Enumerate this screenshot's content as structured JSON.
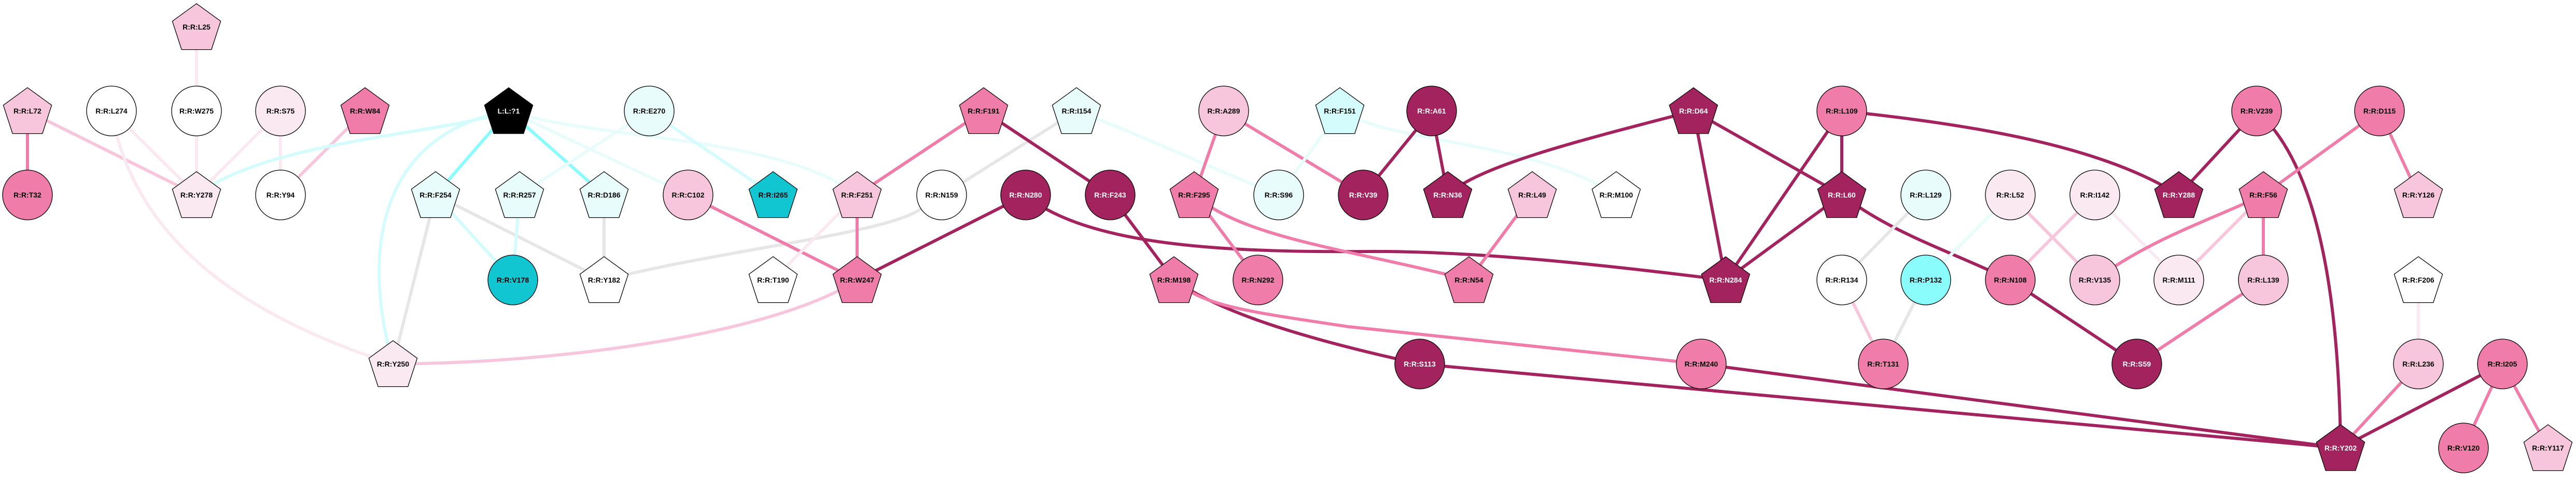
{
  "palette": {
    "white": "#ffffff",
    "very_light_pink": "#fbe9f1",
    "light_pink": "#f8c6dc",
    "pink": "#ef7ca9",
    "dark_magenta": "#a3235e",
    "pale_cyan": "#e8fdfb",
    "light_cyan": "#d5fcfc",
    "cyan": "#8bfcfc",
    "teal": "#11c6d0",
    "black": "#000000",
    "grey": "#e6e6e6"
  },
  "nodes": [
    {
      "id": "L25",
      "label": "R:R:L25",
      "shape": "pentagon",
      "fill": "#f8c6dc",
      "text": "#000000"
    },
    {
      "id": "L72",
      "label": "R:R:L72",
      "shape": "pentagon",
      "fill": "#f8c6dc",
      "text": "#000000"
    },
    {
      "id": "L274",
      "label": "R:R:L274",
      "shape": "circle",
      "fill": "#ffffff",
      "text": "#000000"
    },
    {
      "id": "W275",
      "label": "R:R:W275",
      "shape": "circle",
      "fill": "#ffffff",
      "text": "#000000"
    },
    {
      "id": "S75",
      "label": "R:R:S75",
      "shape": "circle",
      "fill": "#fbe9f1",
      "text": "#000000"
    },
    {
      "id": "W84",
      "label": "R:R:W84",
      "shape": "pentagon",
      "fill": "#ef7ca9",
      "text": "#000000"
    },
    {
      "id": "LIG",
      "label": "L:L:?1",
      "shape": "pentagon",
      "fill": "#000000",
      "text": "#ffffff"
    },
    {
      "id": "E270",
      "label": "R:R:E270",
      "shape": "circle",
      "fill": "#e8fdfb",
      "text": "#000000"
    },
    {
      "id": "F191",
      "label": "R:R:F191",
      "shape": "pentagon",
      "fill": "#ef7ca9",
      "text": "#000000"
    },
    {
      "id": "I154",
      "label": "R:R:I154",
      "shape": "pentagon",
      "fill": "#e8fdfb",
      "text": "#000000"
    },
    {
      "id": "A289",
      "label": "R:R:A289",
      "shape": "circle",
      "fill": "#f8c6dc",
      "text": "#000000"
    },
    {
      "id": "F151",
      "label": "R:R:F151",
      "shape": "pentagon",
      "fill": "#d5fcfc",
      "text": "#000000"
    },
    {
      "id": "A61",
      "label": "R:R:A61",
      "shape": "circle",
      "fill": "#a3235e",
      "text": "#ffffff"
    },
    {
      "id": "D64",
      "label": "R:R:D64",
      "shape": "pentagon",
      "fill": "#a3235e",
      "text": "#ffffff"
    },
    {
      "id": "L109",
      "label": "R:R:L109",
      "shape": "circle",
      "fill": "#ef7ca9",
      "text": "#000000"
    },
    {
      "id": "V239",
      "label": "R:R:V239",
      "shape": "circle",
      "fill": "#ef7ca9",
      "text": "#000000"
    },
    {
      "id": "D115",
      "label": "R:R:D115",
      "shape": "circle",
      "fill": "#ef7ca9",
      "text": "#000000"
    },
    {
      "id": "T32",
      "label": "R:R:T32",
      "shape": "circle",
      "fill": "#ef7ca9",
      "text": "#000000"
    },
    {
      "id": "Y278",
      "label": "R:R:Y278",
      "shape": "pentagon",
      "fill": "#fbe9f1",
      "text": "#000000"
    },
    {
      "id": "Y94",
      "label": "R:R:Y94",
      "shape": "circle",
      "fill": "#ffffff",
      "text": "#000000"
    },
    {
      "id": "F254",
      "label": "R:R:F254",
      "shape": "pentagon",
      "fill": "#e8fdfb",
      "text": "#000000"
    },
    {
      "id": "R257",
      "label": "R:R:R257",
      "shape": "pentagon",
      "fill": "#e8fdfb",
      "text": "#000000"
    },
    {
      "id": "D186",
      "label": "R:R:D186",
      "shape": "pentagon",
      "fill": "#e8fdfb",
      "text": "#000000"
    },
    {
      "id": "C102",
      "label": "R:R:C102",
      "shape": "circle",
      "fill": "#f8c6dc",
      "text": "#000000"
    },
    {
      "id": "I265",
      "label": "R:R:I265",
      "shape": "pentagon",
      "fill": "#11c6d0",
      "text": "#000000"
    },
    {
      "id": "F251",
      "label": "R:R:F251",
      "shape": "pentagon",
      "fill": "#f8c6dc",
      "text": "#000000"
    },
    {
      "id": "N159",
      "label": "R:R:N159",
      "shape": "circle",
      "fill": "#ffffff",
      "text": "#000000"
    },
    {
      "id": "N280",
      "label": "R:R:N280",
      "shape": "circle",
      "fill": "#a3235e",
      "text": "#ffffff"
    },
    {
      "id": "F243",
      "label": "R:R:F243",
      "shape": "circle",
      "fill": "#a3235e",
      "text": "#ffffff"
    },
    {
      "id": "F295",
      "label": "R:R:F295",
      "shape": "pentagon",
      "fill": "#ef7ca9",
      "text": "#000000"
    },
    {
      "id": "S96",
      "label": "R:R:S96",
      "shape": "circle",
      "fill": "#e8fdfb",
      "text": "#000000"
    },
    {
      "id": "V39",
      "label": "R:R:V39",
      "shape": "circle",
      "fill": "#a3235e",
      "text": "#ffffff"
    },
    {
      "id": "N36",
      "label": "R:R:N36",
      "shape": "pentagon",
      "fill": "#a3235e",
      "text": "#ffffff"
    },
    {
      "id": "L49",
      "label": "R:R:L49",
      "shape": "pentagon",
      "fill": "#f8c6dc",
      "text": "#000000"
    },
    {
      "id": "M100",
      "label": "R:R:M100",
      "shape": "pentagon",
      "fill": "#ffffff",
      "text": "#000000"
    },
    {
      "id": "L60",
      "label": "R:R:L60",
      "shape": "pentagon",
      "fill": "#a3235e",
      "text": "#ffffff"
    },
    {
      "id": "L129",
      "label": "R:R:L129",
      "shape": "circle",
      "fill": "#e8fdfb",
      "text": "#000000"
    },
    {
      "id": "L52",
      "label": "R:R:L52",
      "shape": "circle",
      "fill": "#fbe9f1",
      "text": "#000000"
    },
    {
      "id": "I142",
      "label": "R:R:I142",
      "shape": "circle",
      "fill": "#fbe9f1",
      "text": "#000000"
    },
    {
      "id": "Y288",
      "label": "R:R:Y288",
      "shape": "pentagon",
      "fill": "#a3235e",
      "text": "#ffffff"
    },
    {
      "id": "F56",
      "label": "R:R:F56",
      "shape": "pentagon",
      "fill": "#ef7ca9",
      "text": "#000000"
    },
    {
      "id": "Y126",
      "label": "R:R:Y126",
      "shape": "pentagon",
      "fill": "#f8c6dc",
      "text": "#000000"
    },
    {
      "id": "V178",
      "label": "R:R:V178",
      "shape": "circle",
      "fill": "#11c6d0",
      "text": "#000000"
    },
    {
      "id": "Y182",
      "label": "R:R:Y182",
      "shape": "pentagon",
      "fill": "#ffffff",
      "text": "#000000"
    },
    {
      "id": "T190",
      "label": "R:R:T190",
      "shape": "pentagon",
      "fill": "#ffffff",
      "text": "#000000"
    },
    {
      "id": "W247",
      "label": "R:R:W247",
      "shape": "pentagon",
      "fill": "#ef7ca9",
      "text": "#000000"
    },
    {
      "id": "M198",
      "label": "R:R:M198",
      "shape": "pentagon",
      "fill": "#ef7ca9",
      "text": "#000000"
    },
    {
      "id": "N292",
      "label": "R:R:N292",
      "shape": "circle",
      "fill": "#ef7ca9",
      "text": "#000000"
    },
    {
      "id": "N54",
      "label": "R:R:N54",
      "shape": "pentagon",
      "fill": "#ef7ca9",
      "text": "#000000"
    },
    {
      "id": "N284",
      "label": "R:R:N284",
      "shape": "pentagon",
      "fill": "#a3235e",
      "text": "#ffffff"
    },
    {
      "id": "R134",
      "label": "R:R:R134",
      "shape": "circle",
      "fill": "#ffffff",
      "text": "#000000"
    },
    {
      "id": "P132",
      "label": "R:R:P132",
      "shape": "circle",
      "fill": "#8bfcfc",
      "text": "#000000"
    },
    {
      "id": "N108",
      "label": "R:R:N108",
      "shape": "circle",
      "fill": "#ef7ca9",
      "text": "#000000"
    },
    {
      "id": "V135",
      "label": "R:R:V135",
      "shape": "circle",
      "fill": "#f8c6dc",
      "text": "#000000"
    },
    {
      "id": "M111",
      "label": "R:R:M111",
      "shape": "circle",
      "fill": "#fbe9f1",
      "text": "#000000"
    },
    {
      "id": "L139",
      "label": "R:R:L139",
      "shape": "circle",
      "fill": "#f8c6dc",
      "text": "#000000"
    },
    {
      "id": "F206",
      "label": "R:R:F206",
      "shape": "pentagon",
      "fill": "#ffffff",
      "text": "#000000"
    },
    {
      "id": "Y250",
      "label": "R:R:Y250",
      "shape": "pentagon",
      "fill": "#fbe9f1",
      "text": "#000000"
    },
    {
      "id": "S113",
      "label": "R:R:S113",
      "shape": "circle",
      "fill": "#a3235e",
      "text": "#ffffff"
    },
    {
      "id": "M240",
      "label": "R:R:M240",
      "shape": "circle",
      "fill": "#ef7ca9",
      "text": "#000000"
    },
    {
      "id": "T131",
      "label": "R:R:T131",
      "shape": "circle",
      "fill": "#ef7ca9",
      "text": "#000000"
    },
    {
      "id": "S59",
      "label": "R:R:S59",
      "shape": "circle",
      "fill": "#a3235e",
      "text": "#ffffff"
    },
    {
      "id": "L236",
      "label": "R:R:L236",
      "shape": "circle",
      "fill": "#f8c6dc",
      "text": "#000000"
    },
    {
      "id": "I205",
      "label": "R:R:I205",
      "shape": "circle",
      "fill": "#ef7ca9",
      "text": "#000000"
    },
    {
      "id": "Y202",
      "label": "R:R:Y202",
      "shape": "pentagon",
      "fill": "#a3235e",
      "text": "#ffffff"
    },
    {
      "id": "V120",
      "label": "R:R:V120",
      "shape": "circle",
      "fill": "#ef7ca9",
      "text": "#000000"
    },
    {
      "id": "Y117",
      "label": "R:R:Y117",
      "shape": "pentagon",
      "fill": "#f8c6dc",
      "text": "#000000"
    }
  ],
  "edges": [
    {
      "source": "L25",
      "target": "W275",
      "color": "#fbe9f1"
    },
    {
      "source": "L72",
      "target": "T32",
      "color": "#ef7ca9"
    },
    {
      "source": "L72",
      "target": "Y278",
      "color": "#f8c6dc"
    },
    {
      "source": "L274",
      "target": "Y278",
      "color": "#fbe9f1"
    },
    {
      "source": "L274",
      "target": "Y250",
      "color": "#fbe9f1"
    },
    {
      "source": "W275",
      "target": "Y278",
      "color": "#fbe9f1"
    },
    {
      "source": "S75",
      "target": "Y278",
      "color": "#fbe9f1"
    },
    {
      "source": "S75",
      "target": "Y94",
      "color": "#fbe9f1"
    },
    {
      "source": "W84",
      "target": "Y94",
      "color": "#f8c6dc"
    },
    {
      "source": "LIG",
      "target": "Y278",
      "color": "#d5fcfc"
    },
    {
      "source": "LIG",
      "target": "F254",
      "color": "#8bfcfc"
    },
    {
      "source": "LIG",
      "target": "D186",
      "color": "#8bfcfc"
    },
    {
      "source": "LIG",
      "target": "Y250",
      "color": "#d5fcfc"
    },
    {
      "source": "LIG",
      "target": "C102",
      "color": "#e8fdfb"
    },
    {
      "source": "LIG",
      "target": "F251",
      "color": "#e8fdfb"
    },
    {
      "source": "E270",
      "target": "R257",
      "color": "#e8fdfb"
    },
    {
      "source": "E270",
      "target": "I265",
      "color": "#d5fcfc"
    },
    {
      "source": "F254",
      "target": "V178",
      "color": "#d5fcfc"
    },
    {
      "source": "F254",
      "target": "Y250",
      "color": "#e6e6e6"
    },
    {
      "source": "F254",
      "target": "Y182",
      "color": "#e6e6e6"
    },
    {
      "source": "R257",
      "target": "V178",
      "color": "#d5fcfc"
    },
    {
      "source": "D186",
      "target": "Y182",
      "color": "#e6e6e6"
    },
    {
      "source": "Y182",
      "target": "I154",
      "color": "#e6e6e6"
    },
    {
      "source": "C102",
      "target": "W247",
      "color": "#ef7ca9"
    },
    {
      "source": "F251",
      "target": "W247",
      "color": "#ef7ca9"
    },
    {
      "source": "F251",
      "target": "T190",
      "color": "#fbe9f1"
    },
    {
      "source": "F251",
      "target": "F191",
      "color": "#ef7ca9"
    },
    {
      "source": "Y250",
      "target": "W247",
      "color": "#f8c6dc"
    },
    {
      "source": "N280",
      "target": "W247",
      "color": "#a3235e"
    },
    {
      "source": "N280",
      "target": "N284",
      "color": "#a3235e"
    },
    {
      "source": "F191",
      "target": "F243",
      "color": "#a3235e"
    },
    {
      "source": "F243",
      "target": "M198",
      "color": "#a3235e"
    },
    {
      "source": "I154",
      "target": "S96",
      "color": "#e8fdfb"
    },
    {
      "source": "A289",
      "target": "F295",
      "color": "#ef7ca9"
    },
    {
      "source": "A289",
      "target": "V39",
      "color": "#ef7ca9"
    },
    {
      "source": "F295",
      "target": "N292",
      "color": "#ef7ca9"
    },
    {
      "source": "F295",
      "target": "N54",
      "color": "#ef7ca9"
    },
    {
      "source": "M198",
      "target": "S113",
      "color": "#a3235e"
    },
    {
      "source": "M198",
      "target": "M240",
      "color": "#ef7ca9"
    },
    {
      "source": "F151",
      "target": "S96",
      "color": "#e8fdfb"
    },
    {
      "source": "F151",
      "target": "M100",
      "color": "#e8fdfb"
    },
    {
      "source": "A61",
      "target": "V39",
      "color": "#a3235e"
    },
    {
      "source": "A61",
      "target": "N36",
      "color": "#a3235e"
    },
    {
      "source": "D64",
      "target": "N36",
      "color": "#a3235e"
    },
    {
      "source": "D64",
      "target": "N284",
      "color": "#a3235e"
    },
    {
      "source": "D64",
      "target": "L60",
      "color": "#a3235e"
    },
    {
      "source": "L49",
      "target": "N54",
      "color": "#ef7ca9"
    },
    {
      "source": "L109",
      "target": "N284",
      "color": "#a3235e"
    },
    {
      "source": "L109",
      "target": "L60",
      "color": "#a3235e"
    },
    {
      "source": "L109",
      "target": "Y288",
      "color": "#a3235e"
    },
    {
      "source": "L60",
      "target": "N284",
      "color": "#a3235e"
    },
    {
      "source": "L60",
      "target": "N108",
      "color": "#a3235e"
    },
    {
      "source": "L129",
      "target": "R134",
      "color": "#e6e6e6"
    },
    {
      "source": "R134",
      "target": "T131",
      "color": "#f8c6dc"
    },
    {
      "source": "P132",
      "target": "T131",
      "color": "#e6e6e6"
    },
    {
      "source": "S113",
      "target": "Y202",
      "color": "#a3235e"
    },
    {
      "source": "M240",
      "target": "Y202",
      "color": "#a3235e"
    },
    {
      "source": "L52",
      "target": "P132",
      "color": "#e8fdfb"
    },
    {
      "source": "L52",
      "target": "V135",
      "color": "#f8c6dc"
    },
    {
      "source": "I142",
      "target": "N108",
      "color": "#f8c6dc"
    },
    {
      "source": "I142",
      "target": "M111",
      "color": "#fbe9f1"
    },
    {
      "source": "V239",
      "target": "Y288",
      "color": "#a3235e"
    },
    {
      "source": "V239",
      "target": "Y202",
      "color": "#a3235e"
    },
    {
      "source": "D115",
      "target": "F56",
      "color": "#ef7ca9"
    },
    {
      "source": "D115",
      "target": "Y126",
      "color": "#ef7ca9"
    },
    {
      "source": "F56",
      "target": "V135",
      "color": "#ef7ca9"
    },
    {
      "source": "F56",
      "target": "M111",
      "color": "#f8c6dc"
    },
    {
      "source": "F56",
      "target": "L139",
      "color": "#ef7ca9"
    },
    {
      "source": "N108",
      "target": "S59",
      "color": "#a3235e"
    },
    {
      "source": "L139",
      "target": "S59",
      "color": "#ef7ca9"
    },
    {
      "source": "F206",
      "target": "L236",
      "color": "#fbe9f1"
    },
    {
      "source": "L236",
      "target": "Y202",
      "color": "#ef7ca9"
    },
    {
      "source": "I205",
      "target": "Y202",
      "color": "#a3235e"
    },
    {
      "source": "I205",
      "target": "V120",
      "color": "#ef7ca9"
    },
    {
      "source": "I205",
      "target": "Y117",
      "color": "#ef7ca9"
    }
  ]
}
